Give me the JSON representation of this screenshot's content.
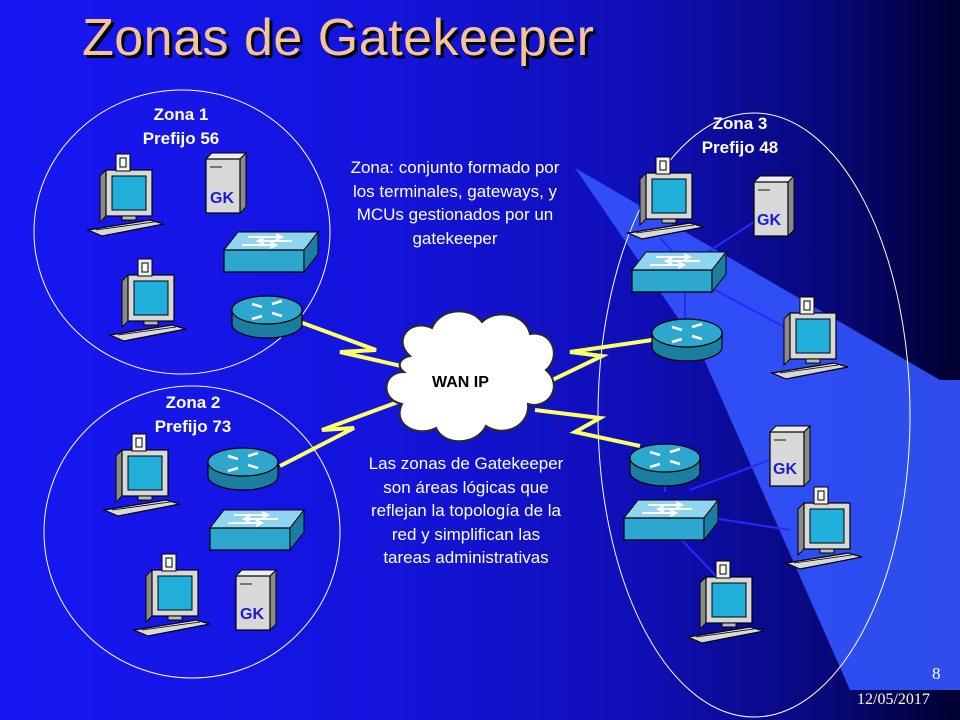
{
  "slide": {
    "title": "Zonas de Gatekeeper",
    "page_number": "8",
    "date": "12/05/2017"
  },
  "zones": [
    {
      "name": "Zona 1",
      "prefix": "Prefijo 56"
    },
    {
      "name": "Zona 2",
      "prefix": "Prefijo 73"
    },
    {
      "name": "Zona 3",
      "prefix": "Prefijo 48"
    }
  ],
  "wan_label": "WAN IP",
  "gatekeeper_label": "GK",
  "notes": {
    "zone_definition": "Zona: conjunto formado por los terminales, gateways, y MCUs gestionados por un gatekeeper",
    "zone_purpose": "Las zonas de Gatekeeper son áreas lógicas que reflejan la topología de la red y simplifican las tareas administrativas"
  },
  "colors": {
    "title": "#f4c39a",
    "link": "#ffff66",
    "lan_line": "#2828ff",
    "device_face": "#d8d8d8",
    "network_device": "#2ea7cf",
    "highlight_beam": "#3355ff"
  },
  "icons": [
    "workstation-icon",
    "gatekeeper-server-icon",
    "switch-icon",
    "router-icon",
    "wan-cloud-icon"
  ]
}
